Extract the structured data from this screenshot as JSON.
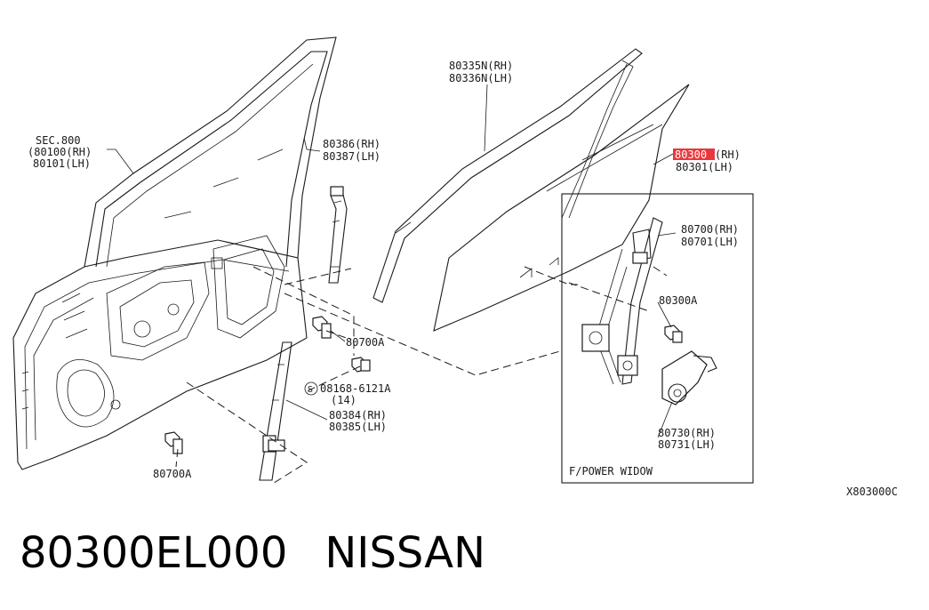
{
  "labels": {
    "sec_800": "SEC.800",
    "p80100": "(80100(RH)",
    "p80101": "80101(LH)",
    "p80335n": "80335N(RH)",
    "p80336n": "80336N(LH)",
    "p80386": "80386(RH)",
    "p80387": "80387(LH)",
    "p80300_rh_suffix": "(RH)",
    "p80300": "80300",
    "p80301": "80301(LH)",
    "p80700": "80700(RH)",
    "p80701": "80701(LH)",
    "p80300a": "80300A",
    "p80700a_mid": "80700A",
    "p08168": "08168-6121A",
    "p08168_qty": "(14)",
    "s_symbol": "S",
    "p80384": "80384(RH)",
    "p80385": "80385(LH)",
    "p80700a_low": "80700A",
    "p80730": "80730(RH)",
    "p80731": "80731(LH)",
    "box_title": "F/POWER WIDOW",
    "diagram_code": "X803000C"
  },
  "caption": {
    "part_number": "80300EL000",
    "brand": "NISSAN"
  },
  "colors": {
    "highlight": "#e8383d",
    "ink": "#1a1a1a"
  }
}
